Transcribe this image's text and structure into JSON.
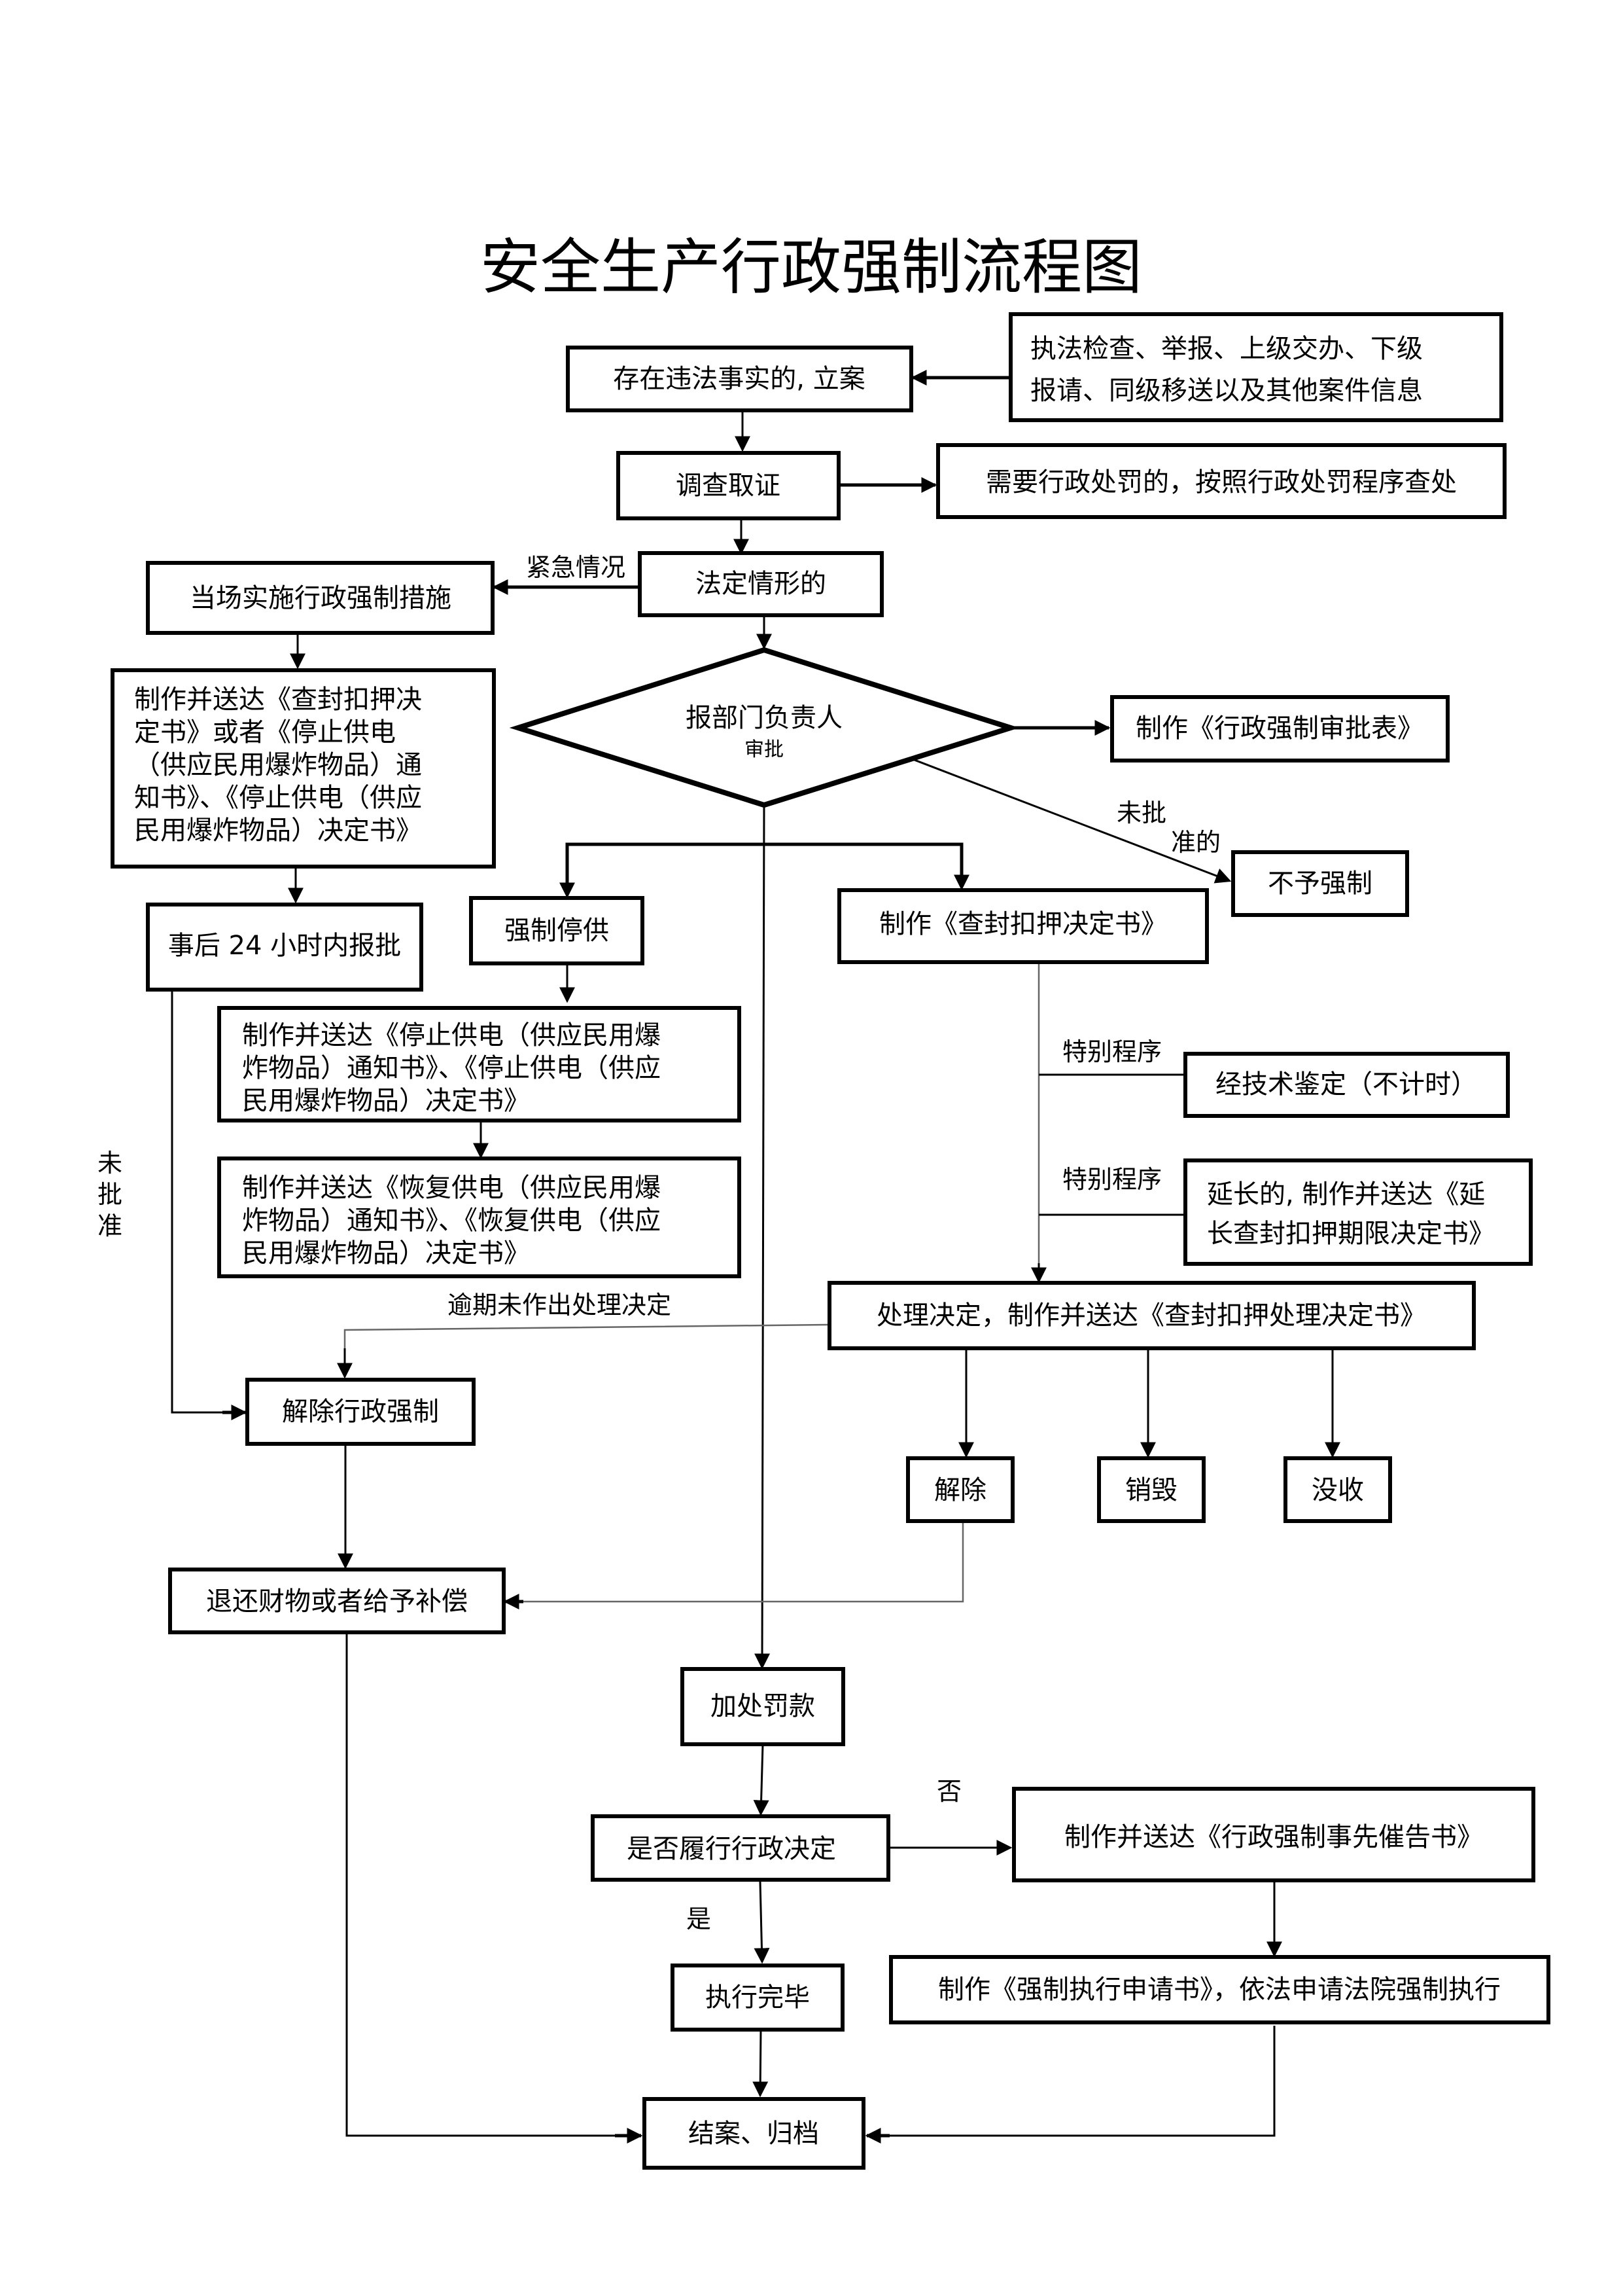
{
  "title": "安全生产行政强制流程图",
  "nodes": {
    "sources": [
      "执法检查、举报、上级交办、下级",
      "报请、同级移送以及其他案件信息"
    ],
    "file_case": "存在违法事实的, 立案",
    "investigate": "调查取证",
    "admin_penalty": "需要行政处罚的，按照行政处罚程序查处",
    "statutory": "法定情形的",
    "onsite_measures": "当场实施行政强制措施",
    "onsite_docs": [
      "制作并送达《查封扣押决",
      "定书》或者《停止供电",
      "（供应民用爆炸物品）通",
      "知书》、《停止供电（供应",
      "民用爆炸物品）决定书》"
    ],
    "report_24h": "事后 24 小时内报批",
    "approval_diamond": [
      "报部门负责人",
      "审批"
    ],
    "approval_form": "制作《行政强制审批表》",
    "no_enforce": "不予强制",
    "force_stop": "强制停供",
    "stop_docs": [
      "制作并送达《停止供电（供应民用爆",
      "炸物品）通知书》、《停止供电（供应",
      "民用爆炸物品）决定书》"
    ],
    "restore_docs": [
      "制作并送达《恢复供电（供应民用爆",
      "炸物品）通知书》、《恢复供电（供应",
      "民用爆炸物品）决定书》"
    ],
    "seizure_decision": "制作《查封扣押决定书》",
    "tech_appraisal": "经技术鉴定（不计时）",
    "extension": [
      "延长的, 制作并送达《延",
      "长查封扣押期限决定书》"
    ],
    "handling_decision": "处理决定，制作并送达《查封扣押处理决定书》",
    "release": "解除",
    "destroy": "销毁",
    "confiscate": "没收",
    "lift_enforcement": "解除行政强制",
    "return_property": "退还财物或者给予补偿",
    "fine": "加处罚款",
    "comply_check": "是否履行行政决定",
    "reminder": "制作并送达《行政强制事先催告书》",
    "execution_done": "执行完毕",
    "court_apply": "制作《强制执行申请书》，依法申请法院强制执行",
    "close_case": "结案、归档"
  },
  "labels": {
    "emergency": "紧急情况",
    "not_approved_1": "未批",
    "not_approved_2": "准的",
    "not_approved_vertical": [
      "未",
      "批",
      "准"
    ],
    "special_1": "特别程序",
    "special_2": "特别程序",
    "overdue": "逾期未作出处理决定",
    "no": "否",
    "yes": "是"
  }
}
